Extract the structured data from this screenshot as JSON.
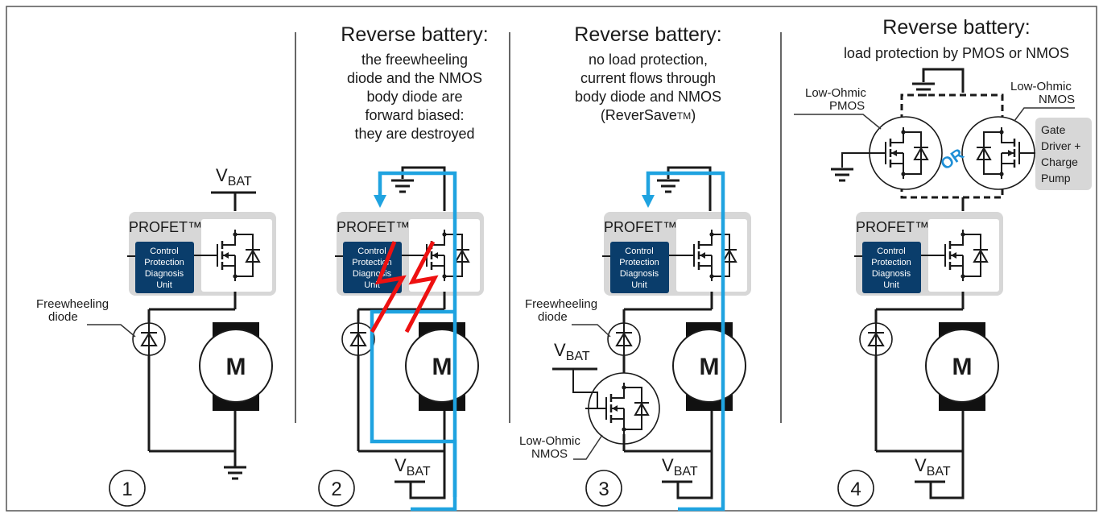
{
  "panels": [
    {
      "number": "1",
      "profet_label": "PROFET™",
      "unit_lines": [
        "Control",
        "Protection",
        "Diagnosis",
        "Unit"
      ],
      "motor_label": "M",
      "vbat_main": "V",
      "vbat_sub": "BAT",
      "freewheeling_lines": [
        "Freewheeling",
        "diode"
      ]
    },
    {
      "number": "2",
      "title": "Reverse battery:",
      "desc_lines": [
        "the freewheeling",
        "diode and the NMOS",
        "body diode are",
        "forward biased:",
        "they are destroyed"
      ],
      "profet_label": "PROFET™",
      "unit_lines": [
        "Control",
        "Protection",
        "Diagnosis",
        "Unit"
      ],
      "motor_label": "M",
      "vbat_main": "V",
      "vbat_sub": "BAT"
    },
    {
      "number": "3",
      "title": "Reverse battery:",
      "desc_lines": [
        "no load protection,",
        "current flows through",
        "body diode and NMOS"
      ],
      "desc_last": "(ReverSave",
      "desc_last_tm": "TM",
      "desc_last_end": ")",
      "profet_label": "PROFET™",
      "unit_lines": [
        "Control",
        "Protection",
        "Diagnosis",
        "Unit"
      ],
      "motor_label": "M",
      "vbat_main": "V",
      "vbat_sub": "BAT",
      "vbat2_main": "V",
      "vbat2_sub": "BAT",
      "freewheeling_lines": [
        "Freewheeling",
        "diode"
      ],
      "nmos_lines": [
        "Low-Ohmic",
        "NMOS"
      ]
    },
    {
      "number": "4",
      "title": "Reverse battery:",
      "desc_lines": [
        "load protection by PMOS or NMOS"
      ],
      "profet_label": "PROFET™",
      "unit_lines": [
        "Control",
        "Protection",
        "Diagnosis",
        "Unit"
      ],
      "motor_label": "M",
      "vbat_main": "V",
      "vbat_sub": "BAT",
      "pmos_lines": [
        "Low-Ohmic",
        "PMOS"
      ],
      "nmos_lines": [
        "Low-Ohmic",
        "NMOS"
      ],
      "or_label": "OR",
      "gate_lines": [
        "Gate",
        "Driver +",
        "Charge",
        "Pump"
      ]
    }
  ],
  "colors": {
    "current_path": "#1fa3e0",
    "destroyed_bolt": "#ee1111",
    "control_unit": "#0a3d6b",
    "profet_box": "#d7d7d7",
    "or_text": "#1f8fd6"
  }
}
